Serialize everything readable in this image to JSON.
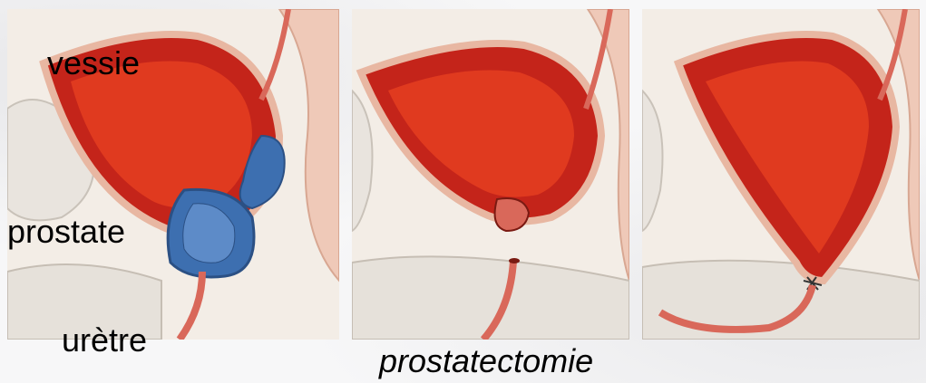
{
  "labels": {
    "bladder": "vessie",
    "prostate": "prostate",
    "urethra": "urètre"
  },
  "caption": "prostatectomie",
  "colors": {
    "bladder": "#c4241a",
    "bladder_inner": "#e03a1f",
    "prostate": "#3d6fb0",
    "tissue": "#e8b7a2",
    "bone": "#e6e2dc"
  },
  "panels": [
    {
      "stage": "before"
    },
    {
      "stage": "prostate-removed"
    },
    {
      "stage": "anastomosis"
    }
  ]
}
